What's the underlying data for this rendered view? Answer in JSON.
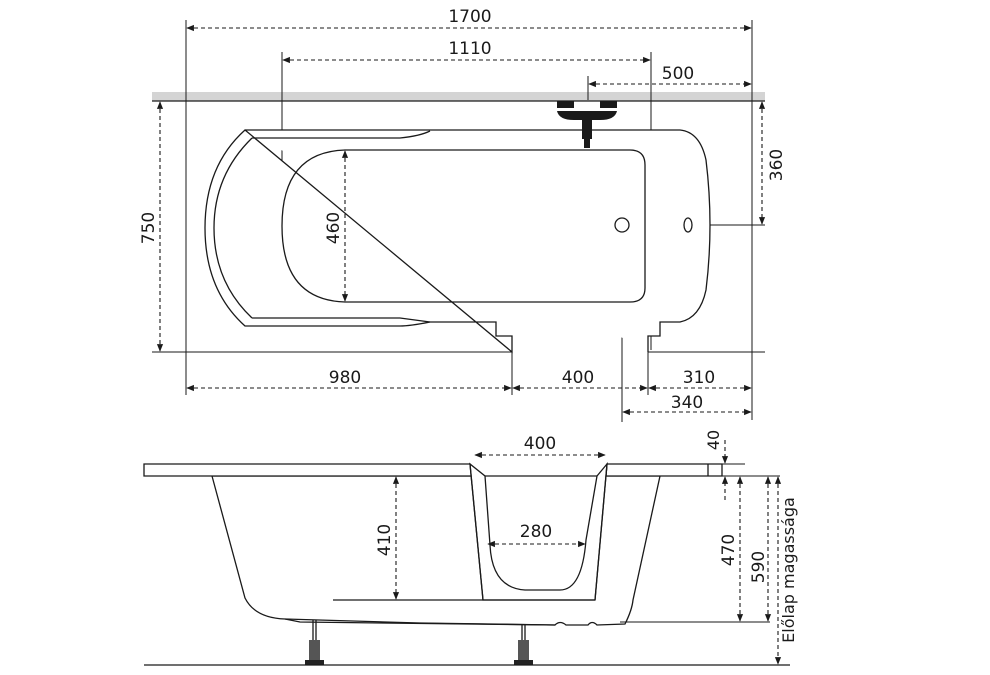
{
  "top_view": {
    "dims": {
      "length_total": "1700",
      "inner_length": "1110",
      "faucet_offset": "500",
      "width_total": "750",
      "drain_offset_y": "360",
      "inner_width": "460",
      "left_section": "980",
      "door_opening": "400",
      "right_section": "310",
      "drain_offset_x": "340"
    }
  },
  "side_view": {
    "dims": {
      "door_top_width": "400",
      "door_bottom_width": "280",
      "rim_thickness": "40",
      "step_height": "410",
      "tub_depth": "470",
      "total_height": "590",
      "panel_height_label": "Előlap magassága"
    }
  },
  "colors": {
    "line": "#1a1a1a",
    "wall": "#d4d4d4"
  }
}
